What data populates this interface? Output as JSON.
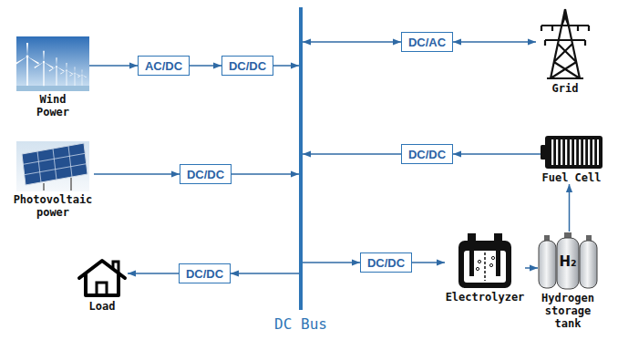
{
  "diagram": {
    "nodes": [
      {
        "text": [
          "Wind Power"
        ]
      },
      {
        "text": [
          "AC/DC"
        ]
      },
      {
        "text": [
          "DC/DC"
        ]
      },
      {
        "text": [
          "DC/AC"
        ]
      },
      {
        "text": [
          "Grid"
        ]
      },
      {
        "text": [
          "Photovoltaic power"
        ]
      },
      {
        "text": [
          "DC/DC"
        ]
      },
      {
        "text": [
          "DC/DC"
        ]
      },
      {
        "text": [
          "Fuel Cell"
        ]
      },
      {
        "text": [
          "Load"
        ]
      },
      {
        "text": [
          "DC/DC"
        ]
      },
      {
        "text": [
          "DC/DC"
        ]
      },
      {
        "text": [
          "Electrolyzer"
        ]
      },
      {
        "text": [
          "H₂",
          "Hydrogen storage tank"
        ]
      },
      {
        "text": [
          "DC Bus"
        ]
      }
    ],
    "edges": [
      {
        "from": 0,
        "to": 1,
        "arrow": "to"
      },
      {
        "from": 1,
        "to": 2,
        "arrow": "to"
      },
      {
        "from": 2,
        "to": 14,
        "arrow": "to"
      },
      {
        "from": 14,
        "to": 3,
        "arrow": "both"
      },
      {
        "from": 3,
        "to": 4,
        "arrow": "both"
      },
      {
        "from": 5,
        "to": 6,
        "arrow": "to"
      },
      {
        "from": 6,
        "to": 14,
        "arrow": "to"
      },
      {
        "from": 8,
        "to": 7,
        "arrow": "to"
      },
      {
        "from": 7,
        "to": 14,
        "arrow": "to"
      },
      {
        "from": 14,
        "to": 10,
        "arrow": "to"
      },
      {
        "from": 10,
        "to": 9,
        "arrow": "to"
      },
      {
        "from": 14,
        "to": 11,
        "arrow": "to"
      },
      {
        "from": 11,
        "to": 12,
        "arrow": "to"
      },
      {
        "from": 12,
        "to": 13,
        "arrow": "to"
      },
      {
        "from": 13,
        "to": 8,
        "arrow": "to"
      }
    ]
  }
}
